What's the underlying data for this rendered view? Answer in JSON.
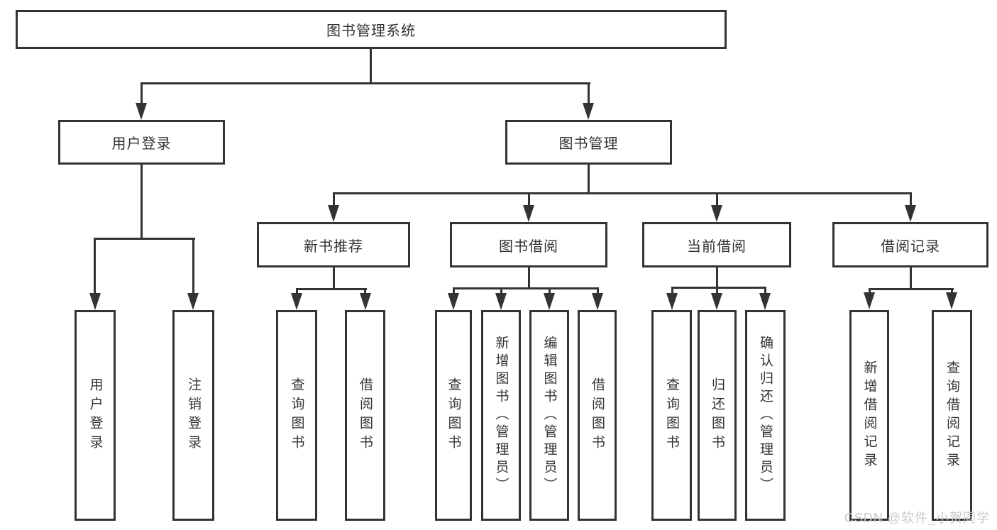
{
  "tree": {
    "label": "图书管理系统",
    "children": [
      {
        "label": "用户登录",
        "children": [
          {
            "label": "用户登录"
          },
          {
            "label": "注销登录"
          }
        ]
      },
      {
        "label": "图书管理",
        "children": [
          {
            "label": "新书推荐",
            "children": [
              {
                "label": "查询图书"
              },
              {
                "label": "借阅图书"
              }
            ]
          },
          {
            "label": "图书借阅",
            "children": [
              {
                "label": "查询图书"
              },
              {
                "label": "新增图书（管理员）"
              },
              {
                "label": "编辑图书（管理员）"
              },
              {
                "label": "借阅图书"
              }
            ]
          },
          {
            "label": "当前借阅",
            "children": [
              {
                "label": "查询图书"
              },
              {
                "label": "归还图书"
              },
              {
                "label": "确认归还（管理员）"
              }
            ]
          },
          {
            "label": "借阅记录",
            "children": [
              {
                "label": "新增借阅记录"
              },
              {
                "label": "查询借阅记录"
              }
            ]
          }
        ]
      }
    ]
  },
  "watermark": "CSDN @软件_小贺同学",
  "colors": {
    "line": "#333333",
    "text": "#333333",
    "background": "#ffffff",
    "watermark": "#c9c9c9"
  }
}
